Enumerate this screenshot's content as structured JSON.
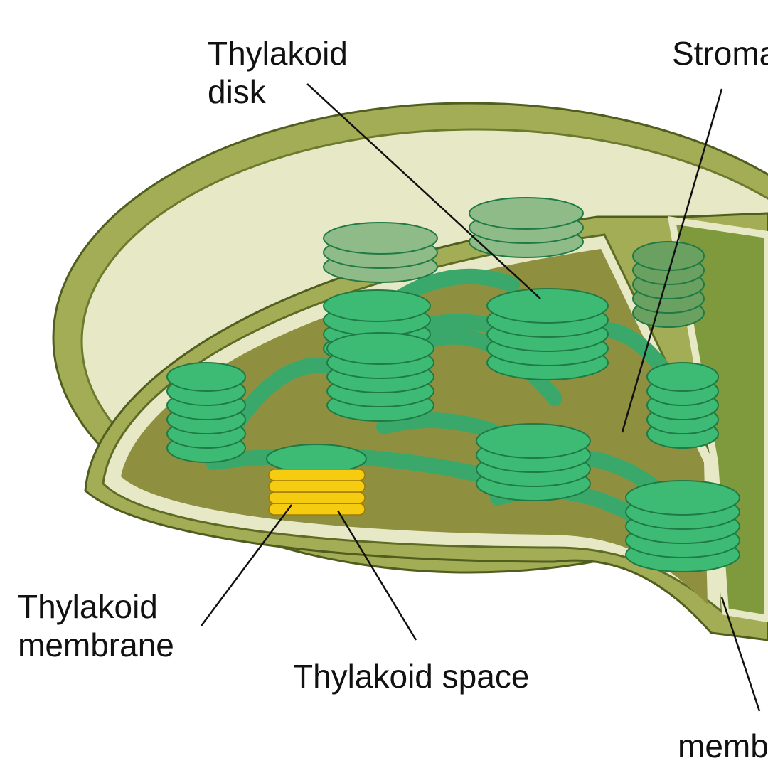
{
  "labels": {
    "thylakoid_disk": [
      "Thylakoid",
      "disk"
    ],
    "stroma": "Stroma",
    "thylakoid_membrane": [
      "Thylakoid",
      "membrane"
    ],
    "thylakoid_space": "Thylakoid space",
    "membrane": "membrane"
  },
  "colors": {
    "outer_membrane": "#a3ad55",
    "intermembrane": "#e7e8c6",
    "stroma": "#8e9040",
    "thylakoid": "#3dbb74",
    "highlight": "#f5cc10"
  }
}
